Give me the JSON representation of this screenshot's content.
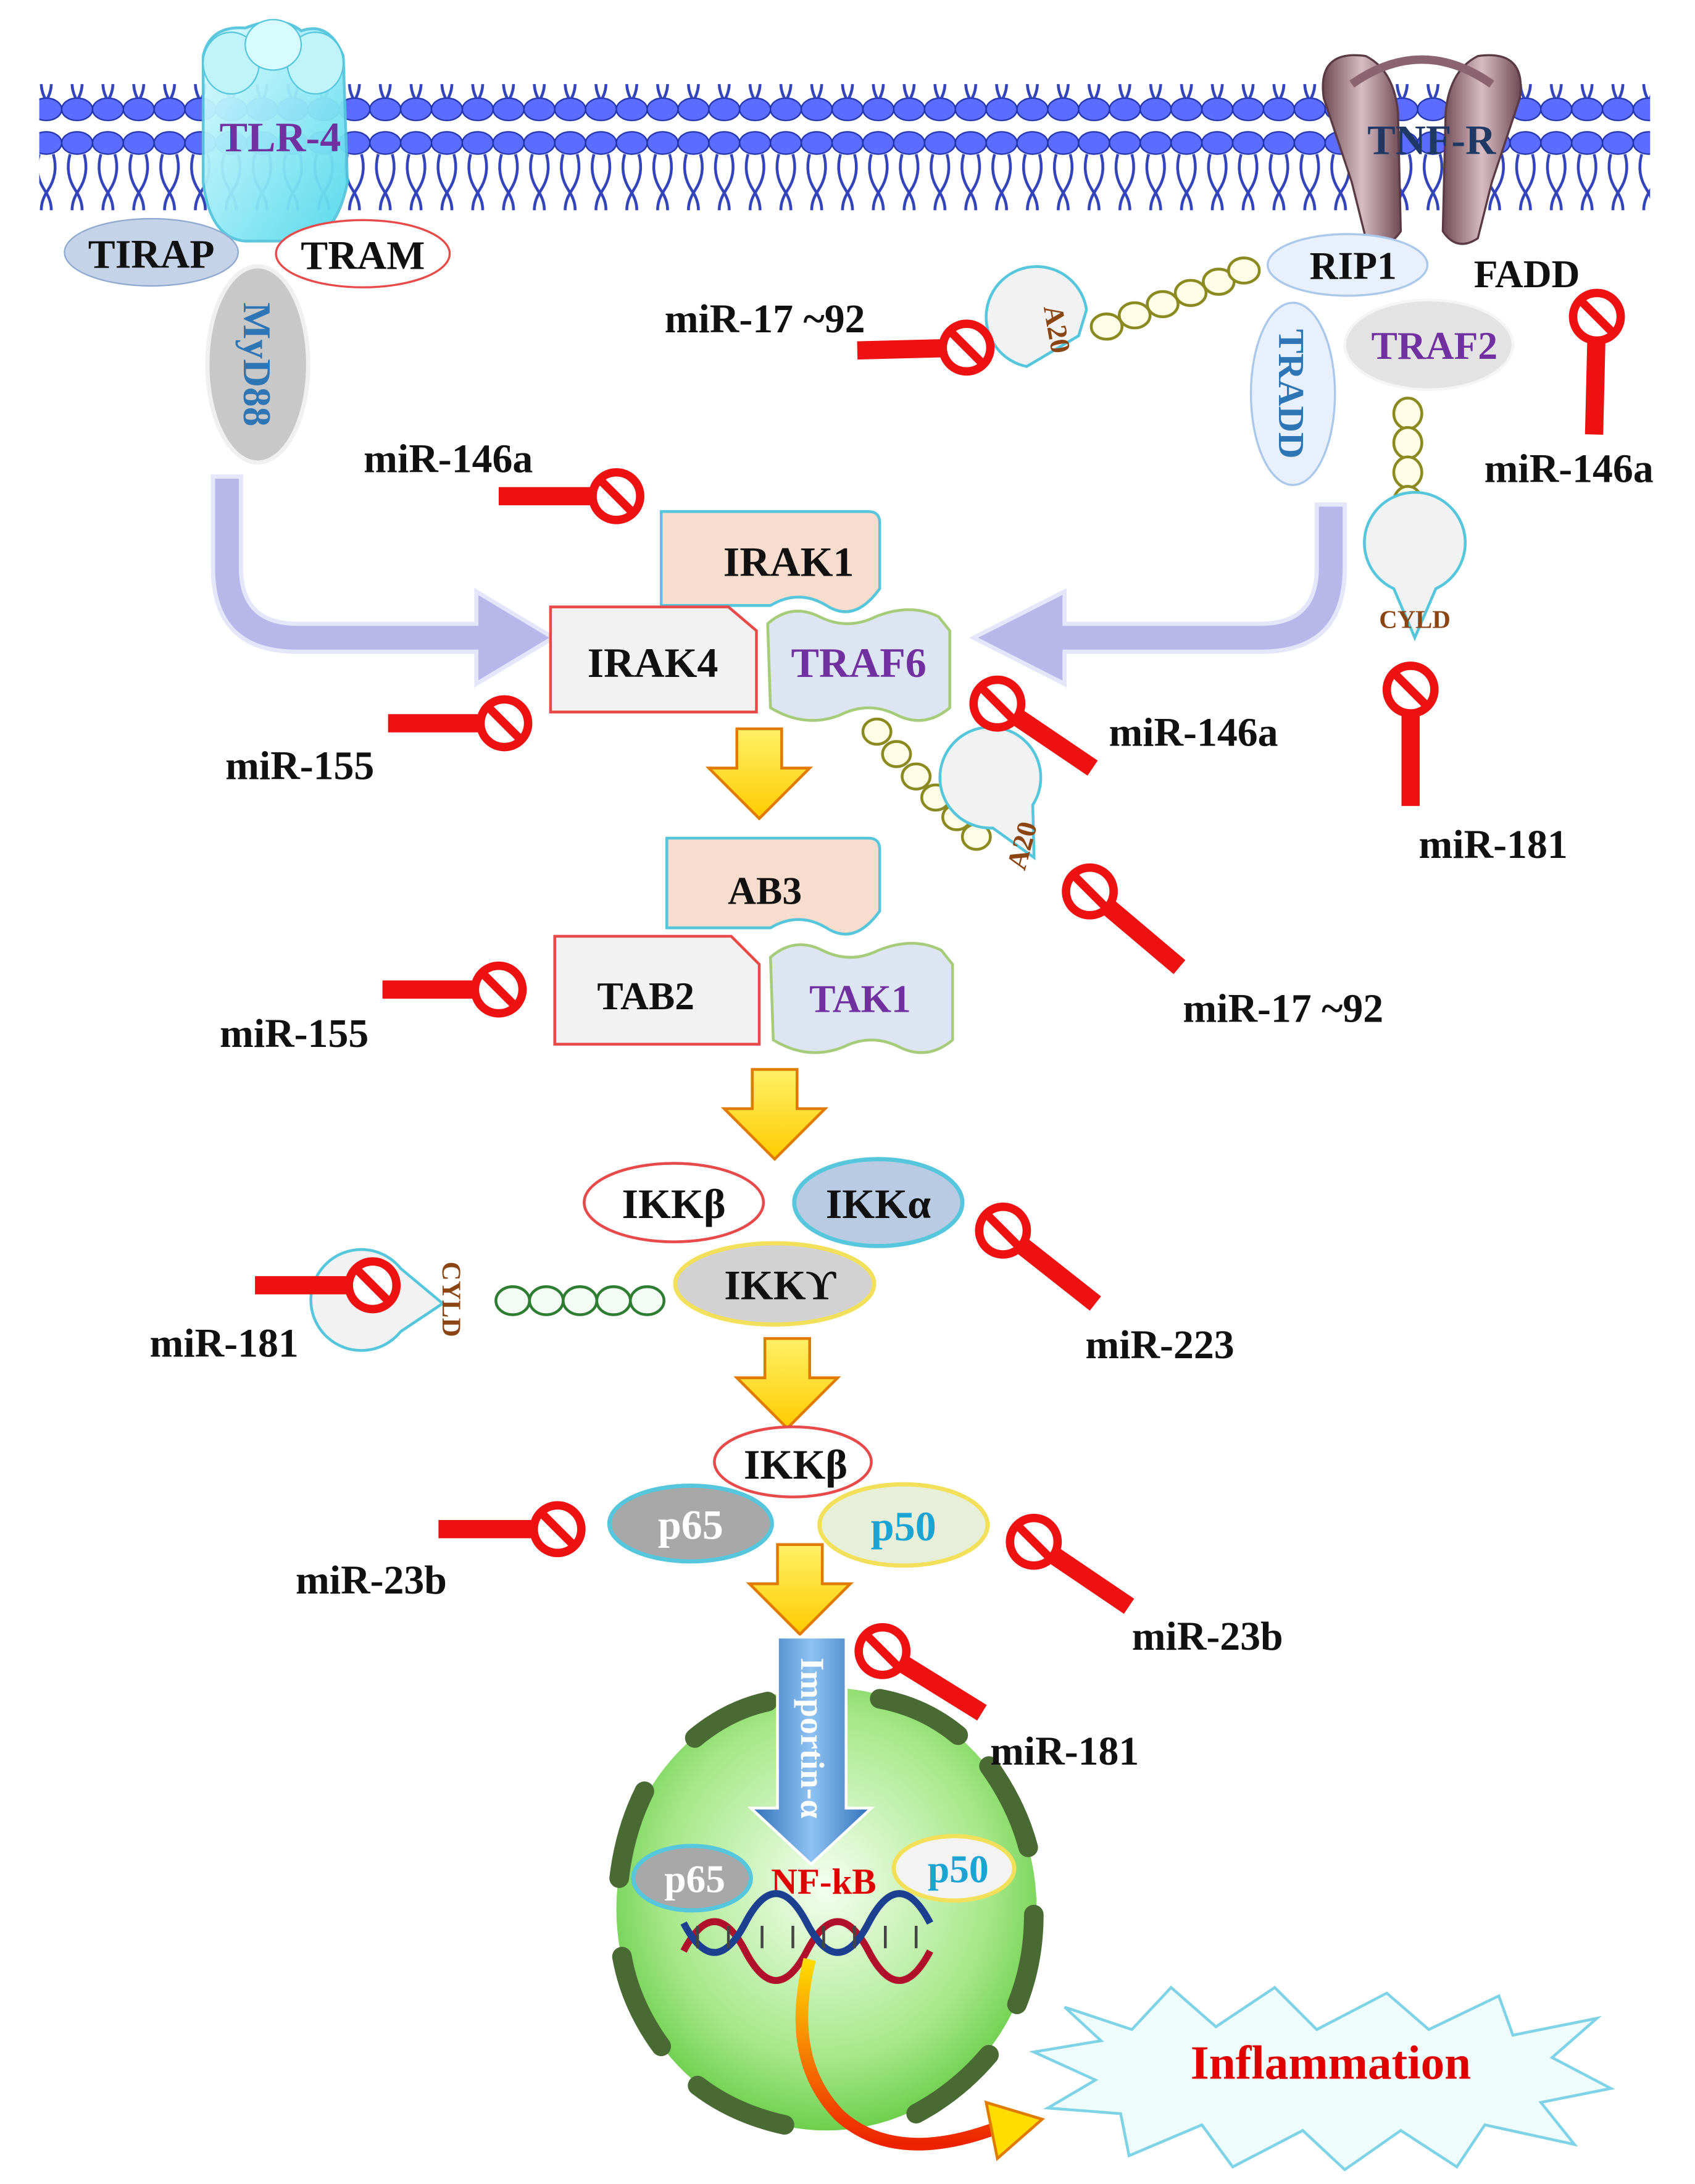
{
  "receptors": {
    "tlr4": "TLR-4",
    "tnfr": "TNF-R"
  },
  "adaptors": {
    "tirap": "TIRAP",
    "tram": "TRAM",
    "myd88": "MyD88",
    "rip1": "RIP1",
    "fadd": "FADD",
    "tradd": "TRADD",
    "traf2": "TRAF2",
    "cyld_top": "CYLD",
    "a20_top": "A20"
  },
  "complex1": {
    "irak1": "IRAK1",
    "irak4": "IRAK4",
    "traf6": "TRAF6",
    "a20": "A20"
  },
  "complex2": {
    "ab3": "AB3",
    "tab2": "TAB2",
    "tak1": "TAK1"
  },
  "ikk": {
    "ikkb": "IKKβ",
    "ikka": "IKKα",
    "ikkg": "IKKϒ",
    "cyld": "CYLD"
  },
  "nfkb_cyto": {
    "ikkb": "IKKβ",
    "p65": "p65",
    "p50": "p50"
  },
  "nucleus": {
    "importin": "Importin-α",
    "p65": "p65",
    "nfkb": "NF-kB",
    "p50": "p50"
  },
  "outcome": "Inflammation",
  "mirnas": {
    "mir17_top": "miR-17 ~92",
    "mir146a_right": "miR-146a",
    "mir146a_mid": "miR-146a",
    "mir146a_traf6": "miR-146a",
    "mir155_a": "miR-155",
    "mir181_right": "miR-181",
    "mir17_mid": "miR-17 ~92",
    "mir155_b": "miR-155",
    "mir181_left": "miR-181",
    "mir223": "miR-223",
    "mir23b_left": "miR-23b",
    "mir23b_right": "miR-23b",
    "mir181_nuc": "miR-181"
  },
  "colors": {
    "inhibitor_red": "#ee1111",
    "membrane_blue": "#4a5adb",
    "arrow_yellow": "#ffee00",
    "arrow_lavender": "#b7b7ea",
    "nucleus_green": "#99e07a",
    "traf_purple": "#7030a0",
    "ikk_blue": "#1f6fb0"
  }
}
